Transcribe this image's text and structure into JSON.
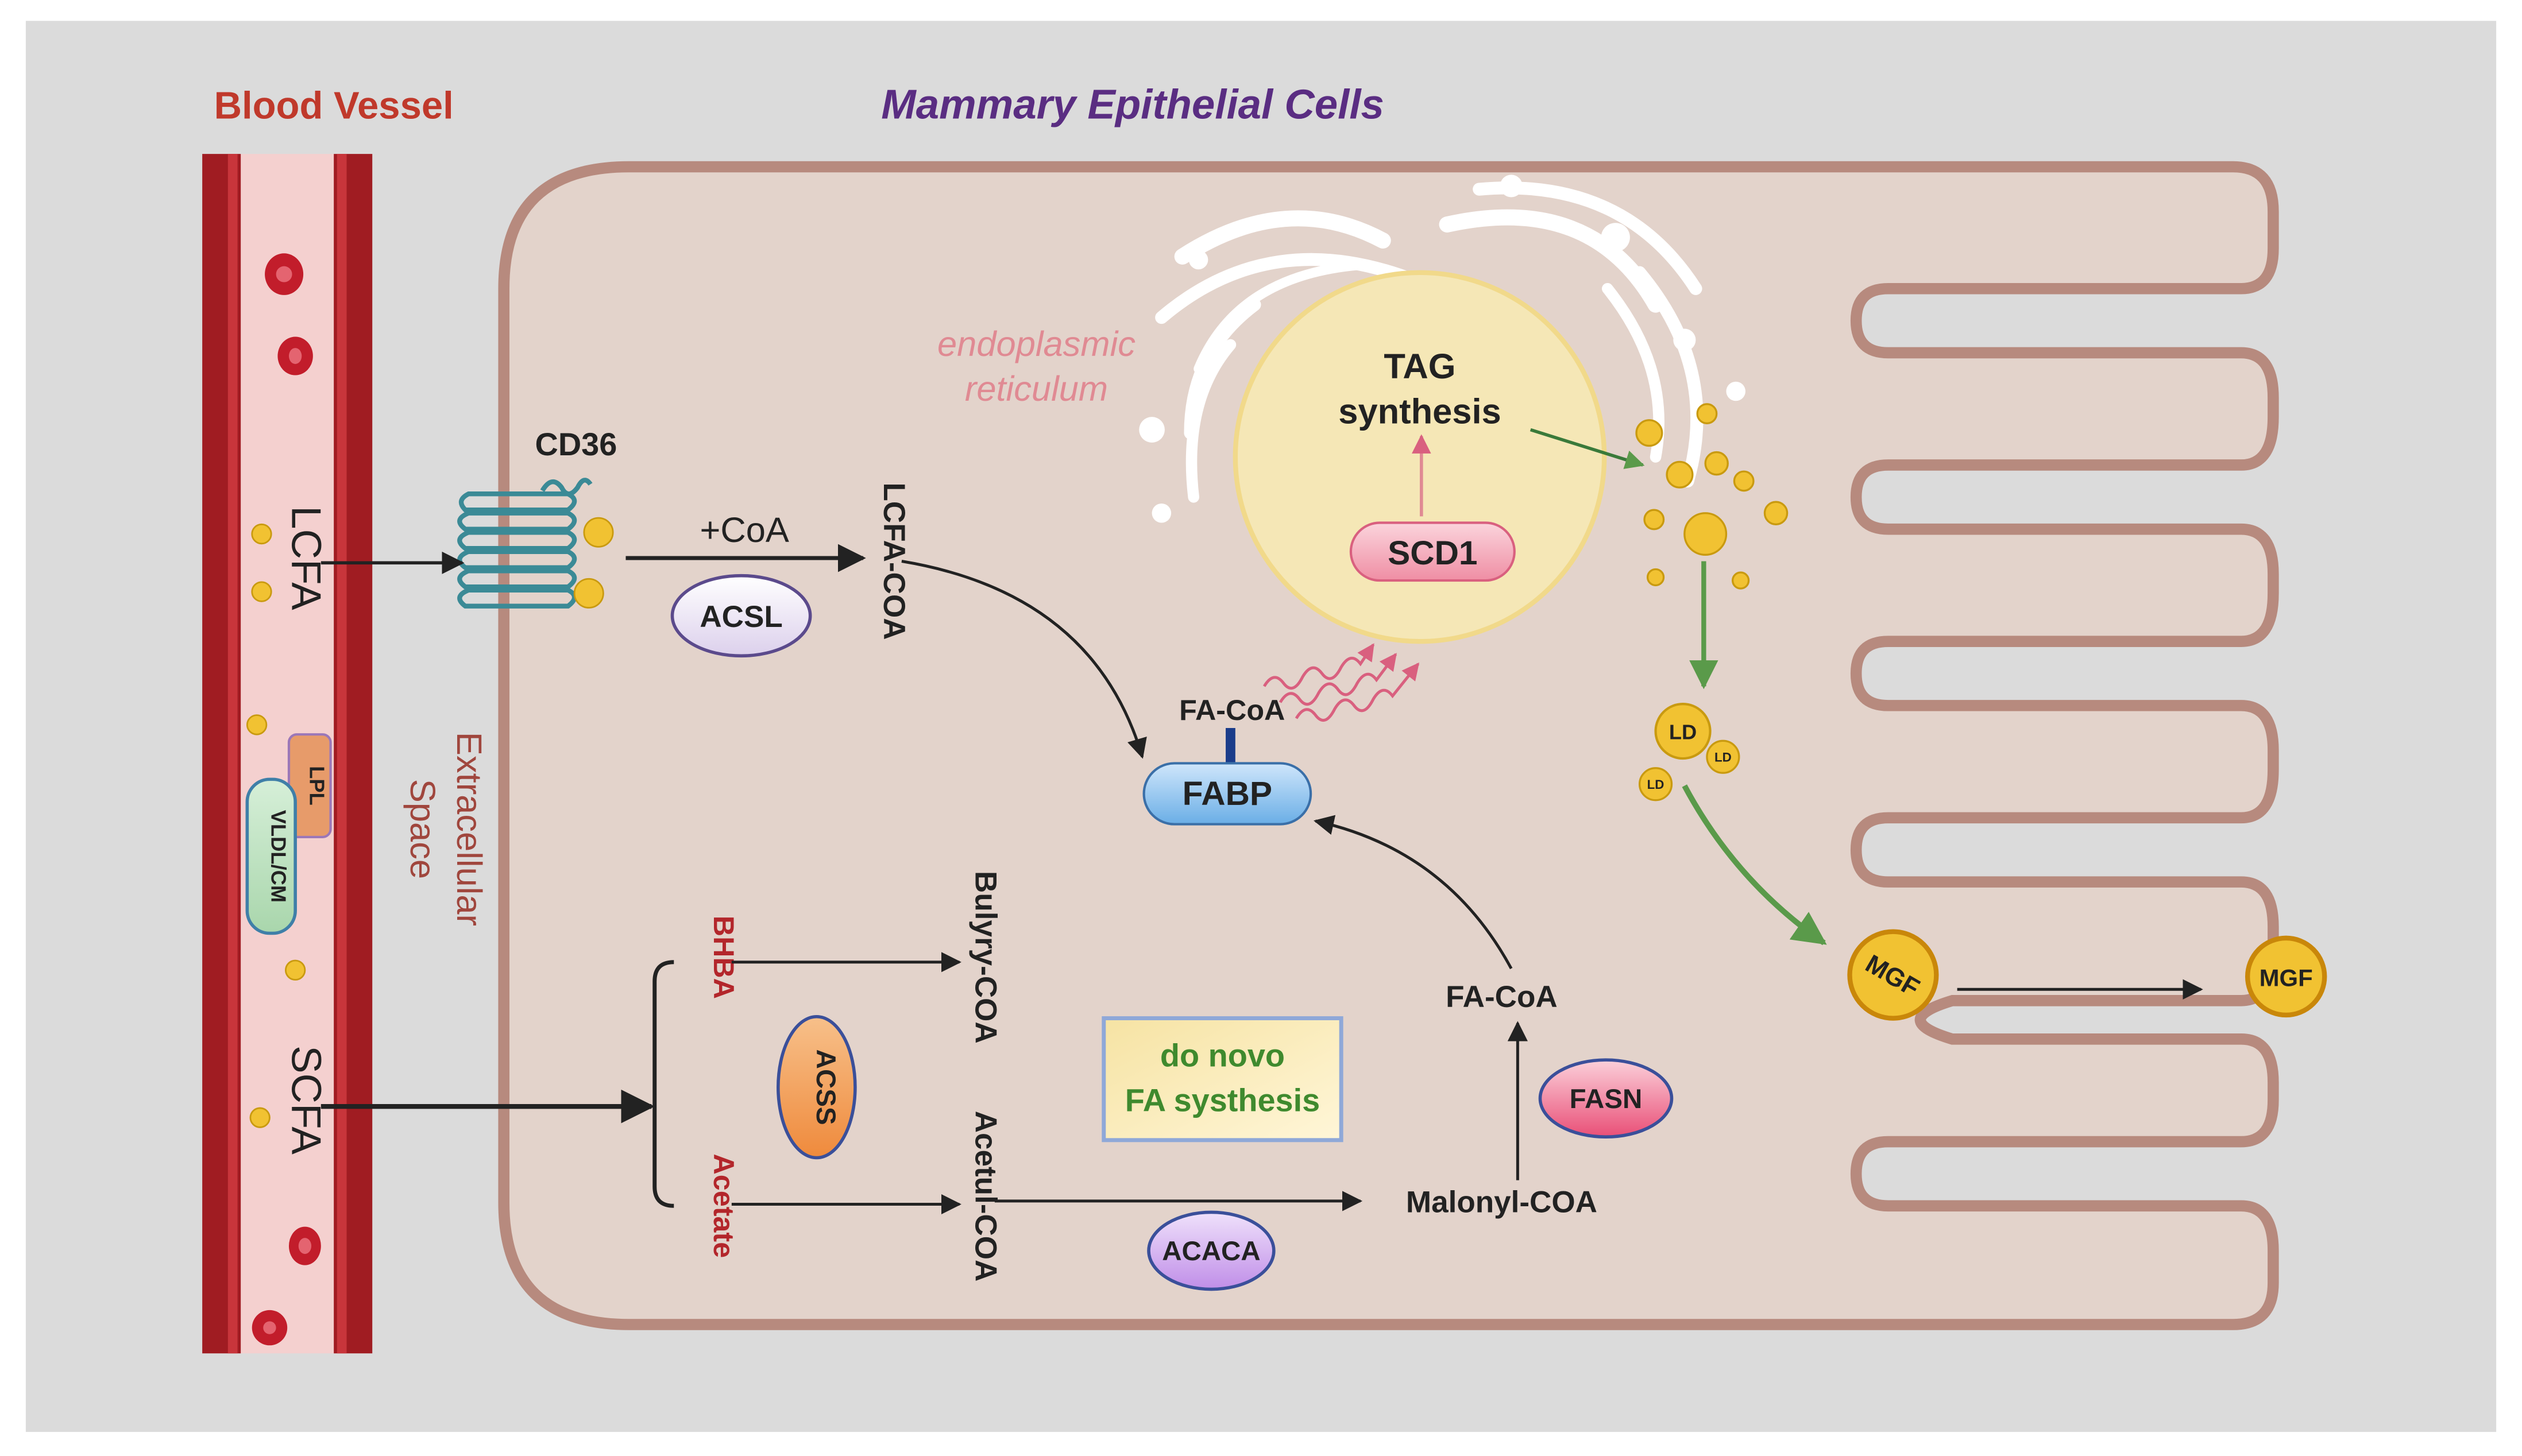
{
  "titles": {
    "blood_vessel": "Blood Vessel",
    "mammary_cells": "Mammary Epithelial Cells"
  },
  "labels": {
    "lcfa": "LCFA",
    "scfa": "SCFA",
    "lpl": "LPL",
    "vldl_cm": "VLDL/CM",
    "extracellular_line1": "Extracellular",
    "extracellular_line2": "Space",
    "cd36": "CD36",
    "plus_coa": "+CoA",
    "acsl": "ACSL",
    "lcfa_coa": "LCFA-COA",
    "er_line1": "endoplasmic",
    "er_line2": "reticulum",
    "tag_line1": "TAG",
    "tag_line2": "synthesis",
    "scd1": "SCD1",
    "fa_coa_top": "FA-CoA",
    "fabp": "FABP",
    "ld_large": "LD",
    "ld_small_1": "LD",
    "ld_small_2": "LD",
    "mgf_inner": "MGF",
    "mgf_outer": "MGF",
    "bhba": "BHBA",
    "acetate": "Acetate",
    "bulyry_coa": "Bulyry-COA",
    "acetul_coa": "Acetul-COA",
    "acss": "ACSS",
    "do_novo_line1": "do novo",
    "do_novo_line2": "FA systhesis",
    "fa_coa_right": "FA-CoA",
    "fasn": "FASN",
    "malonyl_coa": "Malonyl-COA",
    "acaca": "ACACA"
  },
  "colors": {
    "panel_bg": "#dbdbdb",
    "cell_fill": "#e3d3cb",
    "membrane": "#b78a7e",
    "vessel_wall": "#a01c22",
    "vessel_lumen": "#f4d0cf",
    "title_blood": "#c0392b",
    "title_cells": "#5a2d82",
    "er_text": "#e08a93",
    "lipid_yellow": "#f1c232",
    "arrow_green": "#5a9a4a",
    "cd36_teal": "#3b8a96"
  }
}
